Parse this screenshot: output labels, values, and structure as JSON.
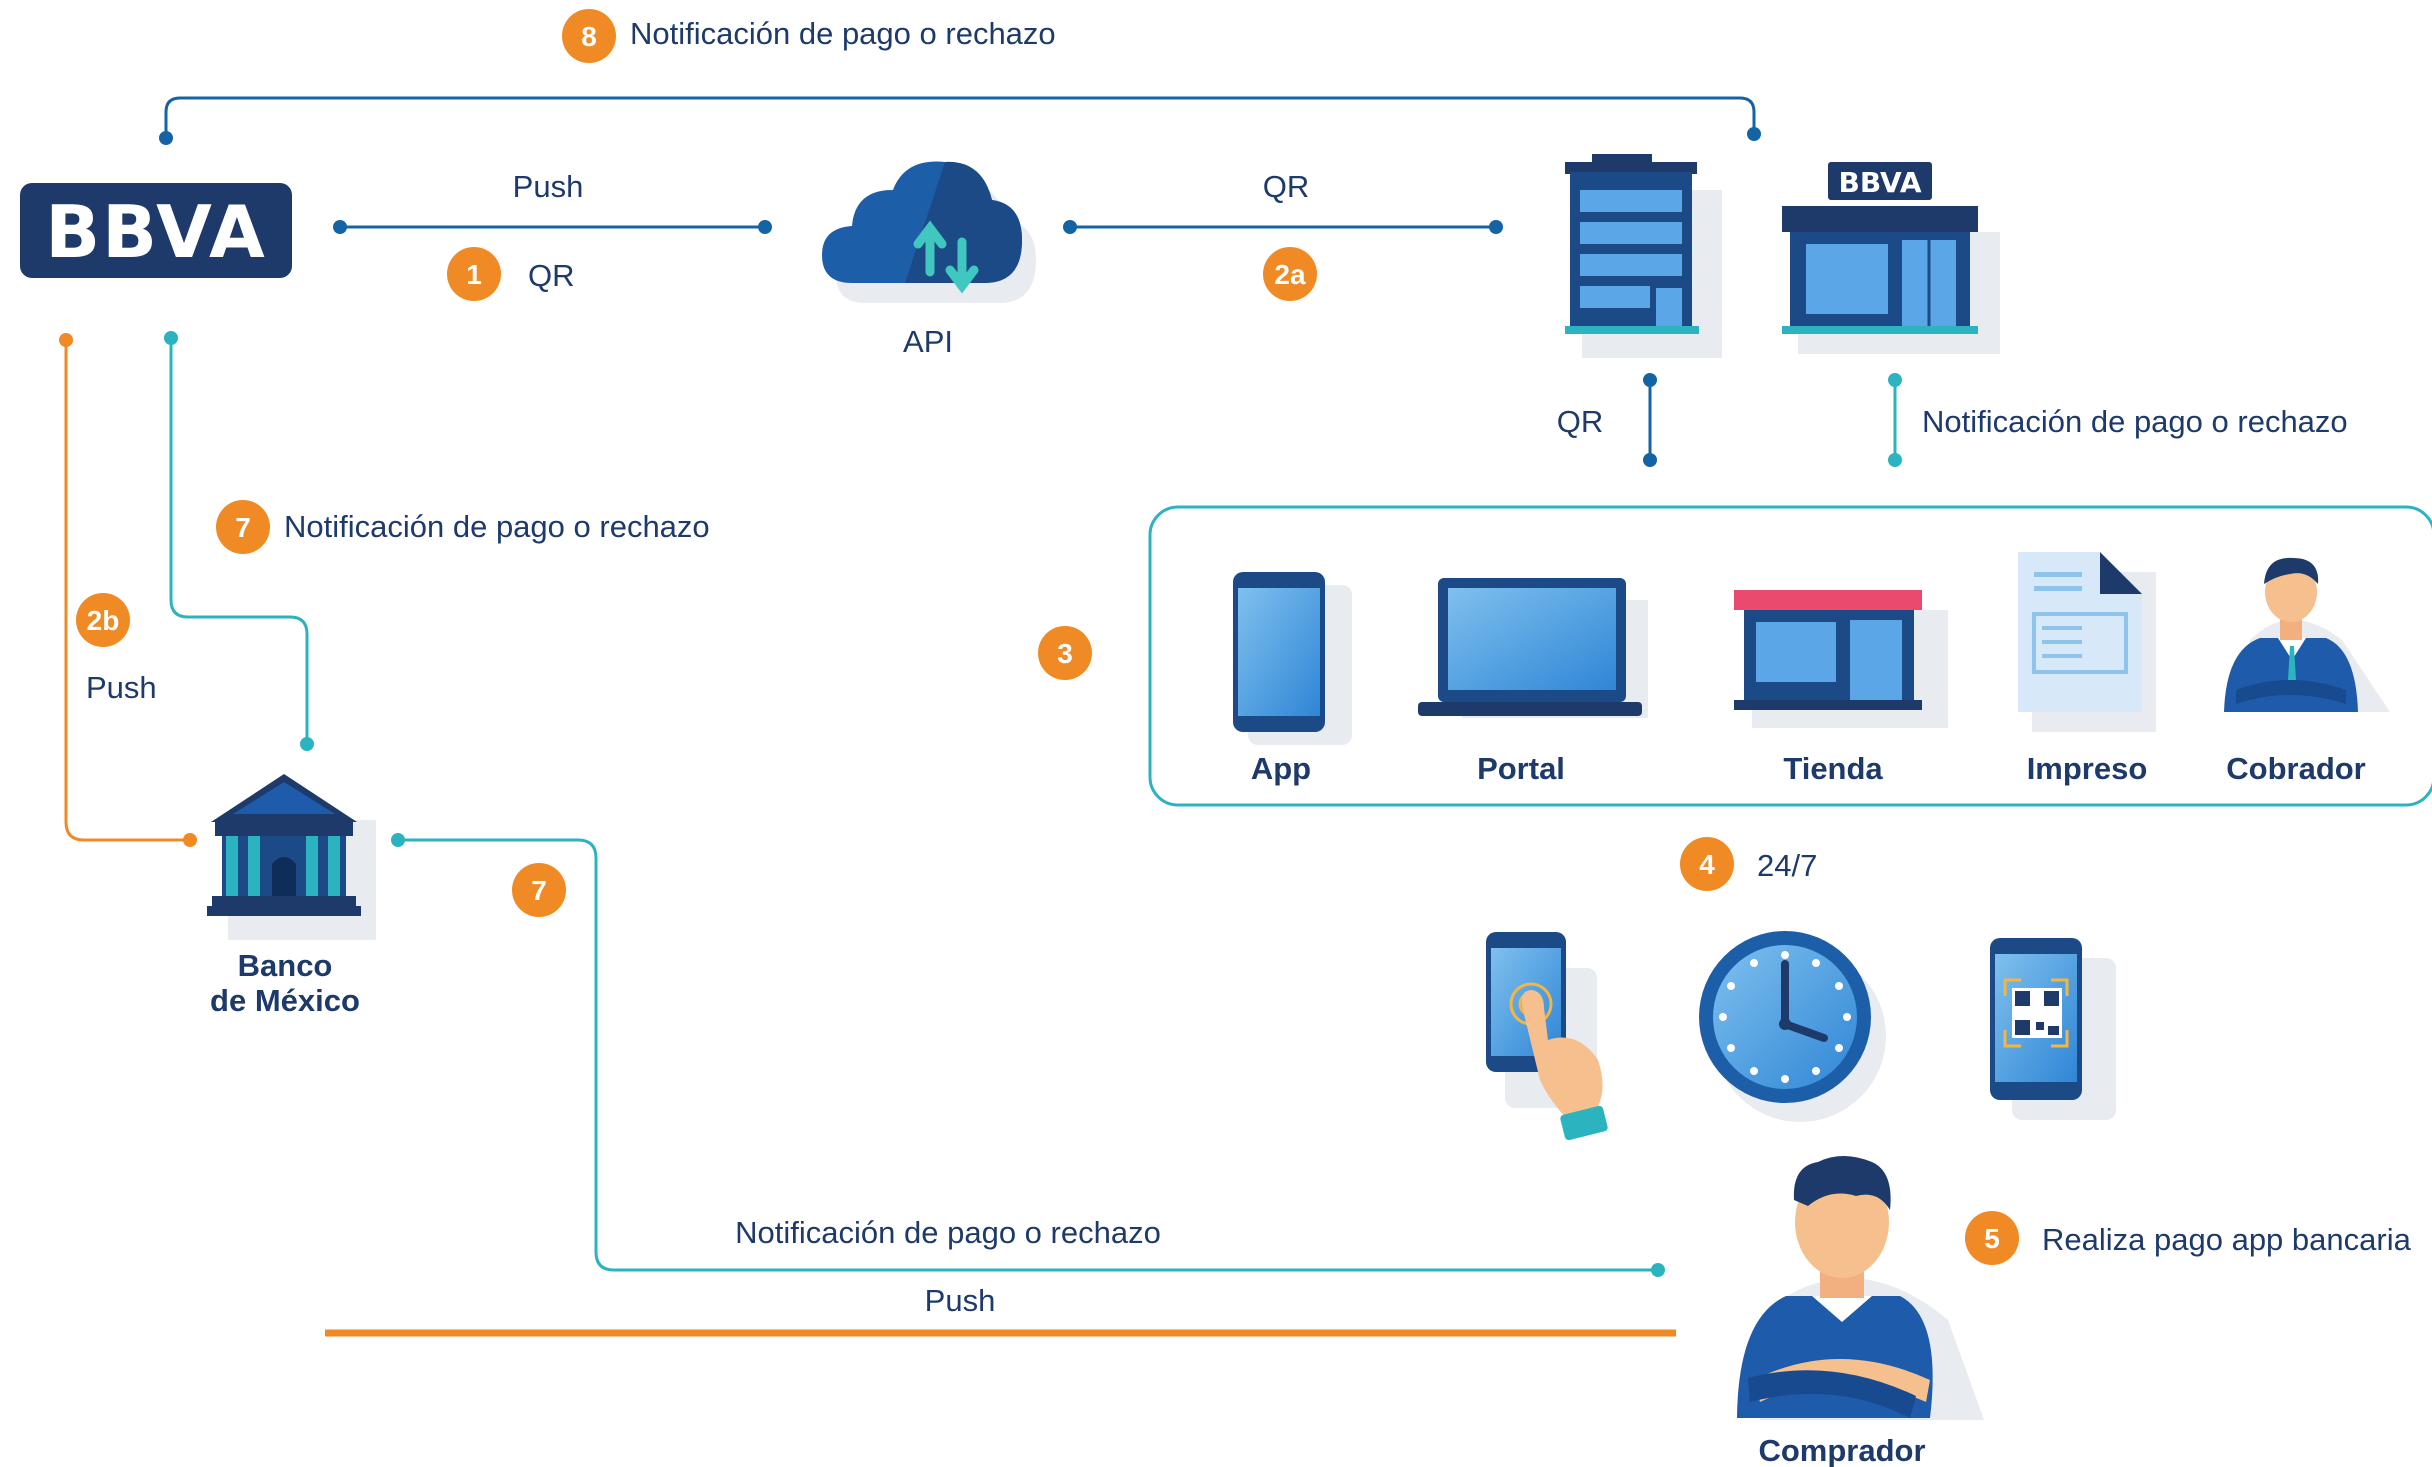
{
  "colors": {
    "navy": "#1d3a6b",
    "blue": "#1464a5",
    "teal": "#2bb3c0",
    "orange": "#f08a24",
    "shadow": "#e6e9ee"
  },
  "logo": {
    "text": "BBVA"
  },
  "store_logo": {
    "text": "BBVA"
  },
  "steps": {
    "s1": {
      "num": "1",
      "label": "QR"
    },
    "s2a": {
      "num": "2a"
    },
    "s2b": {
      "num": "2b",
      "label": "Push"
    },
    "s3": {
      "num": "3"
    },
    "s4": {
      "num": "4",
      "label": "24/7"
    },
    "s5": {
      "num": "5",
      "label": "Realiza pago app bancaria"
    },
    "s7_top": {
      "num": "7",
      "label": "Notificación de pago o rechazo"
    },
    "s7_bottom": {
      "num": "7"
    },
    "s8": {
      "num": "8",
      "label": "Notificación de pago o rechazo"
    }
  },
  "edges": {
    "bbva_api_top": "Push",
    "api_store_top": "QR",
    "store_down_qr": "QR",
    "store_notif": "Notificación de pago o rechazo",
    "bottom_notif": "Notificación de pago o rechazo",
    "bottom_push": "Push"
  },
  "nodes": {
    "api": "API",
    "banxico_line1": "Banco",
    "banxico_line2": "de México",
    "comprador": "Comprador"
  },
  "channels": [
    {
      "label": "App",
      "icon": "phone-icon"
    },
    {
      "label": "Portal",
      "icon": "laptop-icon"
    },
    {
      "label": "Tienda",
      "icon": "store-icon"
    },
    {
      "label": "Impreso",
      "icon": "printed-document-icon"
    },
    {
      "label": "Cobrador",
      "icon": "collector-person-icon"
    }
  ]
}
